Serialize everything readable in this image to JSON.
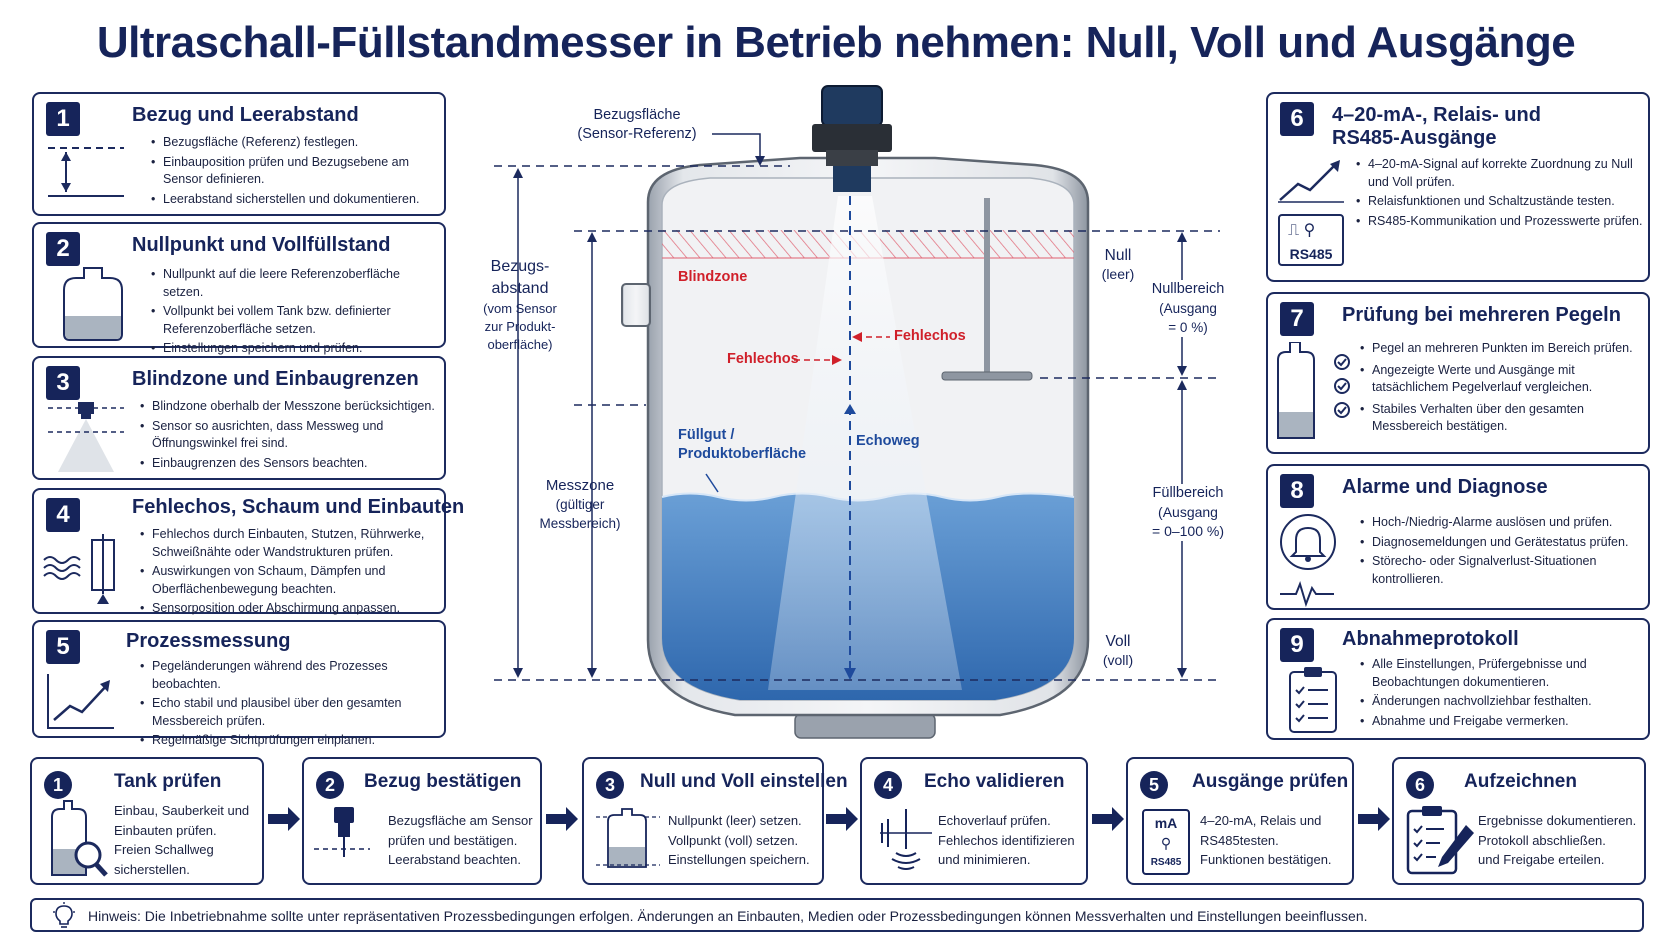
{
  "title": "Ultraschall-Füllstandmesser in Betrieb nehmen: Null, Voll und Ausgänge",
  "left_cards": [
    {
      "num": "1",
      "title": "Bezug und Leerabstand",
      "items": [
        "Bezugsfläche (Referenz) festlegen.",
        "Einbauposition prüfen und Bezugsebene am Sensor definieren.",
        "Leerabstand sicherstellen und dokumentieren."
      ]
    },
    {
      "num": "2",
      "title": "Nullpunkt und Vollfüllstand",
      "items": [
        "Nullpunkt auf die leere Referenzoberfläche setzen.",
        "Vollpunkt bei vollem Tank bzw. definierter Referenzoberfläche setzen.",
        "Einstellungen speichern und prüfen."
      ]
    },
    {
      "num": "3",
      "title": "Blindzone und Einbaugrenzen",
      "items": [
        "Blindzone oberhalb der Messzone berücksichtigen.",
        "Sensor so ausrichten, dass Messweg und Öffnungswinkel frei sind.",
        "Einbaugrenzen des Sensors beachten."
      ]
    },
    {
      "num": "4",
      "title": "Fehlechos, Schaum und Einbauten",
      "items": [
        "Fehlechos durch Einbauten, Stutzen, Rührwerke, Schweißnähte oder Wandstrukturen prüfen.",
        "Auswirkungen von Schaum, Dämpfen und Oberflächenbewegung beachten.",
        "Sensorposition oder Abschirmung anpassen."
      ]
    },
    {
      "num": "5",
      "title": "Prozessmessung",
      "items": [
        "Pegeländerungen während des Prozesses beobachten.",
        "Echo stabil und plausibel über den gesamten Messbereich prüfen.",
        "Regelmäßige Sichtprüfungen einplanen."
      ]
    }
  ],
  "right_cards": [
    {
      "num": "6",
      "title_line1": "4–20-mA-, Relais- und",
      "title_line2": "RS485-Ausgänge",
      "icon_label": "RS485",
      "items": [
        "4–20-mA-Signal auf korrekte Zuordnung zu Null und Voll prüfen.",
        "Relaisfunktionen und Schaltzustände testen.",
        "RS485-Kommunikation und Prozesswerte prüfen."
      ]
    },
    {
      "num": "7",
      "title": "Prüfung bei mehreren Pegeln",
      "items": [
        "Pegel an mehreren Punkten im Bereich prüfen.",
        "Angezeigte Werte und Ausgänge mit tatsächlichem Pegelverlauf vergleichen.",
        "Stabiles Verhalten über den gesamten Messbereich bestätigen."
      ]
    },
    {
      "num": "8",
      "title": "Alarme und Diagnose",
      "items": [
        "Hoch-/Niedrig-Alarme auslösen und prüfen.",
        "Diagnosemeldungen und Gerätestatus prüfen.",
        "Störecho- oder Signalverlust-Situationen kontrollieren."
      ]
    },
    {
      "num": "9",
      "title": "Abnahmeprotokoll",
      "items": [
        "Alle Einstellungen, Prüfergebnisse und Beobachtungen dokumentieren.",
        "Änderungen nachvollziehbar festhalten.",
        "Abnahme und Freigabe vermerken."
      ]
    }
  ],
  "diagram": {
    "bezugsflaeche_1": "Bezugsfläche",
    "bezugsflaeche_2": "(Sensor-Referenz)",
    "bezugsabstand_1": "Bezugs-",
    "bezugsabstand_2": "abstand",
    "bezugsabstand_3": "(vom Sensor",
    "bezugsabstand_4": "zur Produkt-",
    "bezugsabstand_5": "oberfläche)",
    "messzone_1": "Messzone",
    "messzone_2": "(gültiger",
    "messzone_3": "Messbereich)",
    "blindzone": "Blindzone",
    "fehlechos_left": "Fehlechos",
    "fehlechos_right": "Fehlechos",
    "fuellgut_1": "Füllgut /",
    "fuellgut_2": "Produktoberfläche",
    "echoweg": "Echoweg",
    "null_1": "Null",
    "null_2": "(leer)",
    "voll_1": "Voll",
    "voll_2": "(voll)",
    "nullbereich_1": "Nullbereich",
    "nullbereich_2": "(Ausgang",
    "nullbereich_3": "= 0 %)",
    "fuellbereich_1": "Füllbereich",
    "fuellbereich_2": "(Ausgang",
    "fuellbereich_3": "= 0–100 %)"
  },
  "steps": [
    {
      "num": "1",
      "title": "Tank prüfen",
      "lines": [
        "Einbau, Sauberkeit und",
        "Einbauten prüfen.",
        "Freien Schallweg",
        "sicherstellen."
      ]
    },
    {
      "num": "2",
      "title": "Bezug bestätigen",
      "lines": [
        "Bezugsfläche am Sensor",
        "prüfen und bestätigen.",
        "Leerabstand beachten."
      ]
    },
    {
      "num": "3",
      "title": "Null und Voll einstellen",
      "lines": [
        "Nullpunkt (leer) setzen.",
        "Vollpunkt (voll) setzen.",
        "Einstellungen speichern."
      ]
    },
    {
      "num": "4",
      "title": "Echo validieren",
      "lines": [
        "Echoverlauf prüfen.",
        "Fehlechos identifizieren",
        "und minimieren."
      ]
    },
    {
      "num": "5",
      "title": "Ausgänge prüfen",
      "icon_top": "mA",
      "icon_bottom": "RS485",
      "lines": [
        "4–20-mA, Relais und",
        "RS485testen.",
        "Funktionen bestätigen."
      ]
    },
    {
      "num": "6",
      "title": "Aufzeichnen",
      "lines": [
        "Ergebnisse dokumentieren.",
        "Protokoll abschließen.",
        "und Freigabe erteilen."
      ]
    }
  ],
  "hint": "Hinweis: Die Inbetriebnahme sollte unter repräsentativen Prozessbedingungen erfolgen. Änderungen an Einbauten, Medien oder Prozessbedingungen können Messverhalten und Einstellungen beeinflussen.",
  "colors": {
    "navy": "#16245a",
    "red": "#d0202a",
    "water": "#3f7fc4",
    "steel": "#b8bec6"
  }
}
